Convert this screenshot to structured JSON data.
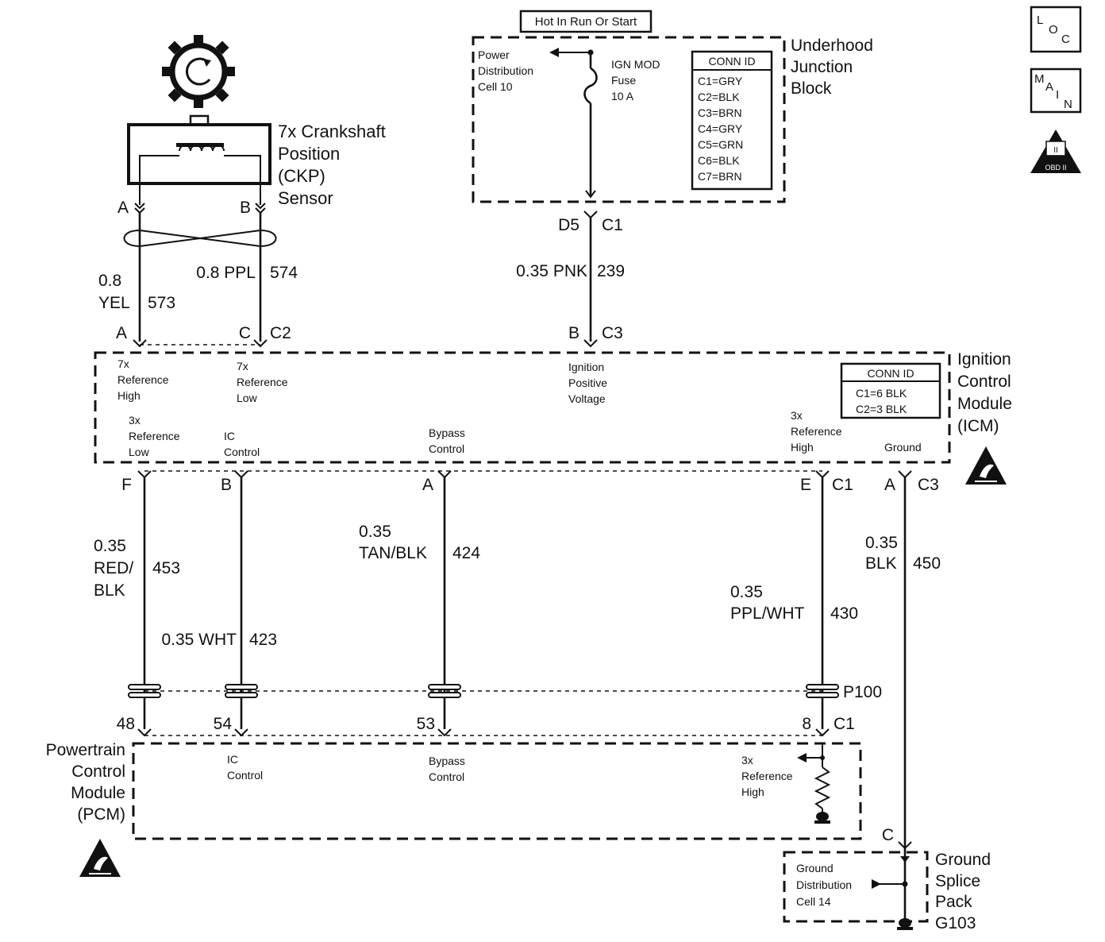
{
  "title_box": "Hot In Run Or Start",
  "corner_icons": {
    "loc": [
      "L",
      "O",
      "C"
    ],
    "main": [
      "M",
      "A",
      "I",
      "N"
    ],
    "obd": "OBD II"
  },
  "ckp": {
    "name": [
      "7x Crankshaft",
      "Position",
      "(CKP)",
      "Sensor"
    ],
    "pin_a": "A",
    "pin_b": "B"
  },
  "ujb": {
    "name": [
      "Underhood",
      "Junction",
      "Block"
    ],
    "pdc": [
      "Power",
      "Distribution",
      "Cell 10"
    ],
    "fuse": [
      "IGN MOD",
      "Fuse",
      "10 A"
    ],
    "conn_title": "CONN ID",
    "conn": [
      "C1=GRY",
      "C2=BLK",
      "C3=BRN",
      "C4=GRY",
      "C5=GRN",
      "C6=BLK",
      "C7=BRN"
    ],
    "out_pin": "D5",
    "out_conn": "C1"
  },
  "wires": {
    "w573": {
      "size": "0.8",
      "color": "YEL",
      "circuit": "573"
    },
    "w574": {
      "label": "0.8 PPL",
      "circuit": "574"
    },
    "w239": {
      "label": "0.35 PNK",
      "circuit": "239"
    },
    "w453": {
      "size": "0.35",
      "color1": "RED/",
      "color2": "BLK",
      "circuit": "453"
    },
    "w423": {
      "label": "0.35 WHT",
      "circuit": "423"
    },
    "w424": {
      "size": "0.35",
      "color": "TAN/BLK",
      "circuit": "424"
    },
    "w430": {
      "size": "0.35",
      "color": "PPL/WHT",
      "circuit": "430"
    },
    "w450": {
      "size": "0.35",
      "color": "BLK",
      "circuit": "450"
    }
  },
  "icm": {
    "name": [
      "Ignition",
      "Control",
      "Module",
      "(ICM)"
    ],
    "top_pins": {
      "a": "A",
      "c": "C",
      "c2": "C2",
      "b": "B",
      "c3": "C3"
    },
    "labels": {
      "ref_high_7x": [
        "7x",
        "Reference",
        "High"
      ],
      "ref_low_7x": [
        "7x",
        "Reference",
        "Low"
      ],
      "ign_pos": [
        "Ignition",
        "Positive",
        "Voltage"
      ],
      "ref_low_3x": [
        "3x",
        "Reference",
        "Low"
      ],
      "ic_control": [
        "IC",
        "Control"
      ],
      "bypass": [
        "Bypass",
        "Control"
      ],
      "ref_high_3x": [
        "3x",
        "Reference",
        "High"
      ],
      "ground": "Ground"
    },
    "conn_title": "CONN ID",
    "conn": [
      "C1=6 BLK",
      "C2=3 BLK"
    ],
    "bottom_pins": {
      "f": "F",
      "b": "B",
      "a": "A",
      "e": "E",
      "c1": "C1",
      "a2": "A",
      "c3": "C3"
    }
  },
  "p100": "P100",
  "pcm": {
    "name": [
      "Powertrain",
      "Control",
      "Module",
      "(PCM)"
    ],
    "pins": {
      "p48": "48",
      "p54": "54",
      "p53": "53",
      "p8": "8",
      "c1": "C1"
    },
    "ic": [
      "IC",
      "Control"
    ],
    "bypass": [
      "Bypass",
      "Control"
    ],
    "ref": [
      "3x",
      "Reference",
      "High"
    ]
  },
  "ground_splice": {
    "pin": "C",
    "name": [
      "Ground",
      "Splice",
      "Pack",
      "G103"
    ],
    "gdc": [
      "Ground",
      "Distribution",
      "Cell 14"
    ]
  }
}
